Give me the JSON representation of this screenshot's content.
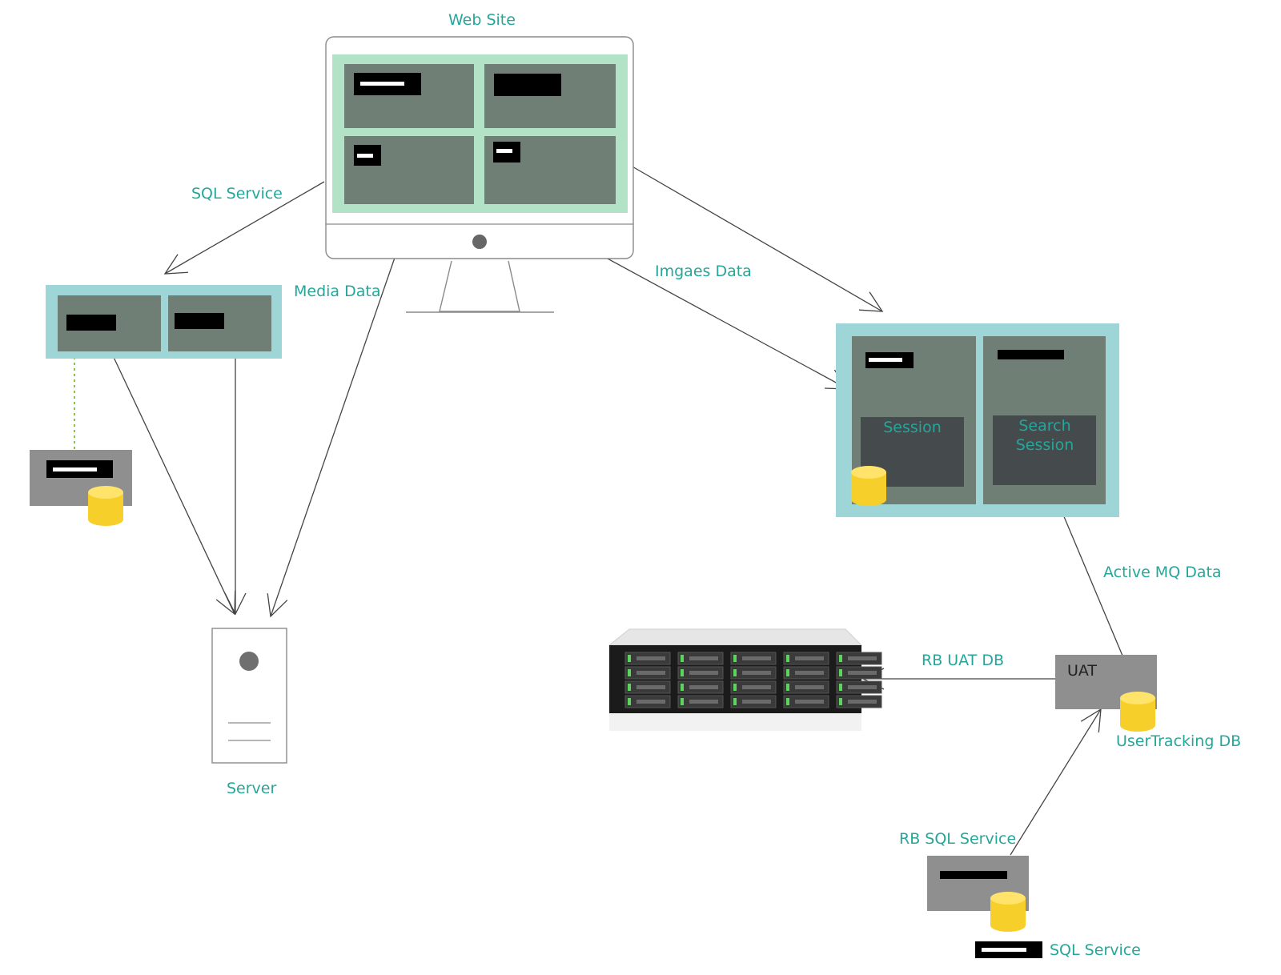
{
  "labels": {
    "web_site": "Web Site",
    "sql_service_left": "SQL Service",
    "media_data": "Media Data",
    "images_data": "Imgaes Data",
    "session": "Session",
    "search_session": "Search Session",
    "active_mq_data": "Active MQ Data",
    "rb_uat_db": "RB UAT DB",
    "uat": "UAT",
    "user_tracking_db": "UserTracking DB",
    "server": "Server",
    "rb_sql_service": "RB SQL Service",
    "sql_service_bottom": "SQL Service"
  },
  "colors": {
    "accent": "#26a69a",
    "light_green": "#b2e3c7",
    "teal_frame": "#9ed6d8",
    "panel_gray": "#6f7f75",
    "dark_panel": "#454a4d",
    "gray_box": "#8f8f8f",
    "db_yellow": "#f7cf2a"
  }
}
